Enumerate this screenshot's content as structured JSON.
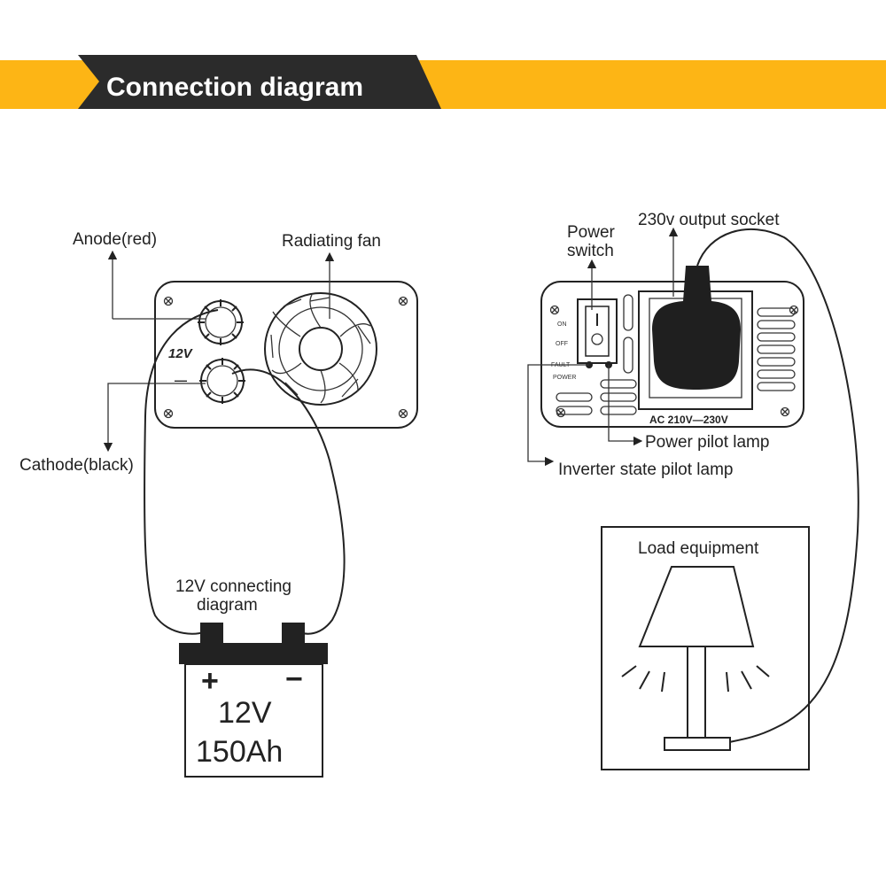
{
  "header": {
    "title": "Connection diagram",
    "band_color": "#FDB515",
    "title_bg": "#2B2B2B",
    "title_color": "#FFFFFF"
  },
  "left_panel": {
    "anode_label": "Anode(red)",
    "cathode_label": "Cathode(black)",
    "fan_label": "Radiating fan",
    "voltage_marking": "12V",
    "minus_marking": "—",
    "connect_label_line1": "12V connecting",
    "connect_label_line2": "diagram"
  },
  "battery": {
    "plus": "+",
    "minus": "−",
    "voltage": "12V",
    "capacity": "150Ah"
  },
  "right_panel": {
    "power_switch_line1": "Power",
    "power_switch_line2": "switch",
    "socket_label": "230v output socket",
    "on": "ON",
    "off": "OFF",
    "fault": "FAULT",
    "power": "POWER",
    "ac_marking": "AC 210V—230V",
    "power_lamp_label": "Power pilot lamp",
    "state_lamp_label": "Inverter state pilot lamp"
  },
  "load": {
    "label": "Load equipment"
  }
}
